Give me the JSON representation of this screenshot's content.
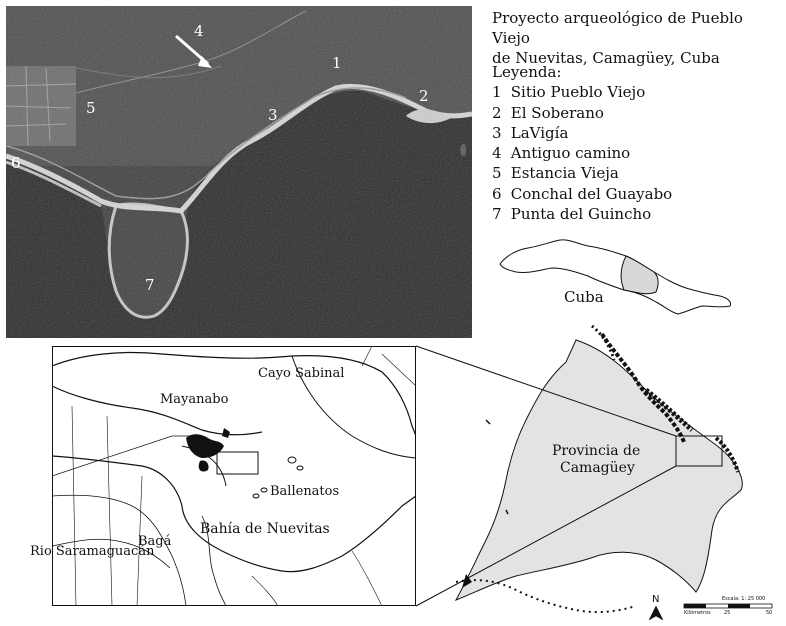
{
  "title": {
    "line1": "Proyecto arqueológico de Pueblo Viejo",
    "line2": "de Nuevitas, Camagüey, Cuba"
  },
  "legend": {
    "heading": "Leyenda:",
    "items": [
      {
        "num": "1",
        "label": "Sitio Pueblo Viejo"
      },
      {
        "num": "2",
        "label": "El Soberano"
      },
      {
        "num": "3",
        "label": "LaVigía"
      },
      {
        "num": "4",
        "label": "Antiguo camino"
      },
      {
        "num": "5",
        "label": "Estancia Vieja"
      },
      {
        "num": "6",
        "label": "Conchal del Guayabo"
      },
      {
        "num": "7",
        "label": "Punta del Guincho"
      }
    ]
  },
  "aerial_markers": [
    "1",
    "2",
    "3",
    "4",
    "5",
    "6",
    "7"
  ],
  "cuba_map": {
    "label": "Cuba"
  },
  "bay_map": {
    "labels": {
      "cayo_sabinal": "Cayo Sabinal",
      "mayanabo": "Mayanabo",
      "ballenatos": "Ballenatos",
      "bahia": "Bahía de Nuevitas",
      "rio": "Rio Saramaguacán",
      "baga": "Bagá"
    }
  },
  "province_map": {
    "label_line1": "Provincia de",
    "label_line2": "Camagüey"
  },
  "north": {
    "label": "N"
  },
  "scale": {
    "title": "Escala: 1: 25 000",
    "unit": "Kilómetros",
    "ticks": [
      "25",
      "50"
    ]
  },
  "colors": {
    "land_fill": "#e3e3e3",
    "outline": "#111111",
    "aerial_sea": "#2b2b2b",
    "aerial_forest": "#3a3a3a",
    "beach": "#d8d8d8"
  }
}
